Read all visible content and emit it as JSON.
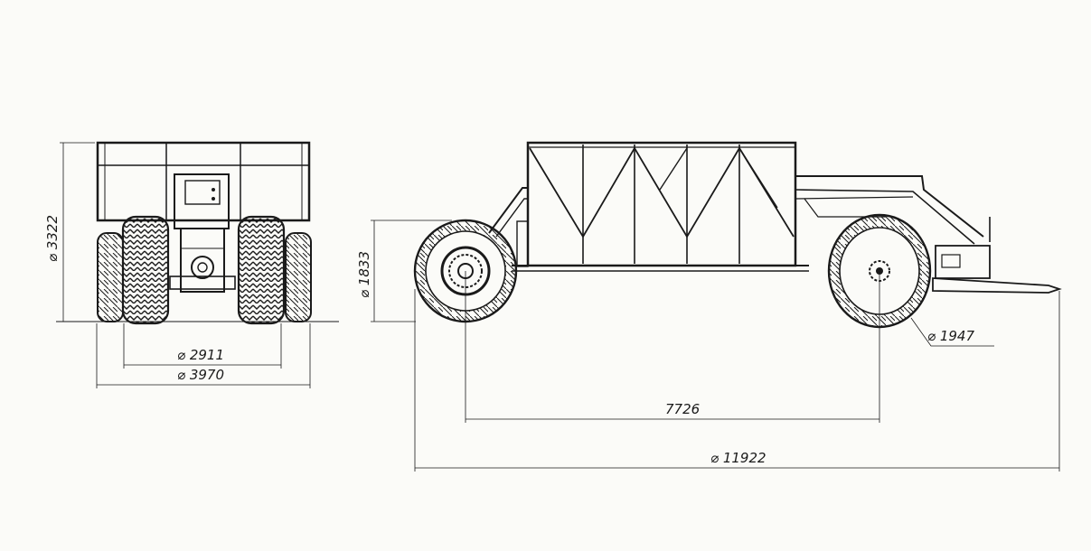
{
  "drawing": {
    "background": "#fbfbf8",
    "line_color": "#1a1a1a",
    "diameter_symbol": "⌀",
    "dimensions": {
      "front_height": "3322",
      "front_inner_width": "2911",
      "front_outer_width": "3970",
      "side_wheel_height": "1833",
      "tire_diameter": "1947",
      "wheelbase": "7726",
      "overall_length": "11922"
    }
  }
}
